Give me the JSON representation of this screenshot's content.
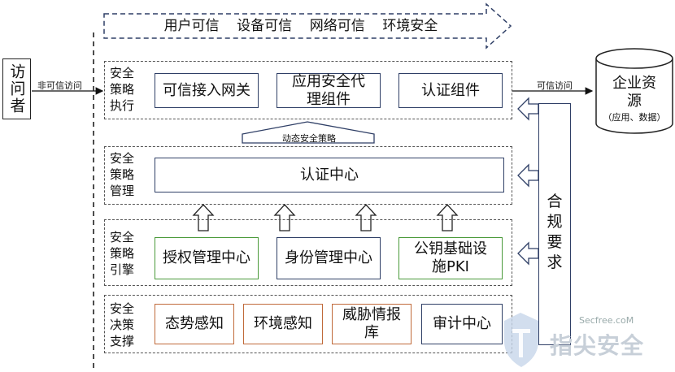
{
  "top_banner": "用户可信    设备可信    网络可信    环境安全",
  "visitor": "访问者",
  "untrusted_access": "非可信访问",
  "trusted_access": "可信访问",
  "enterprise": {
    "title": "企业资源",
    "subtitle": "（应用、数据）"
  },
  "compliance": "合规要求",
  "dynamic_policy": "动态安全策略",
  "layers": {
    "execution": {
      "label": "安全策略执行",
      "boxes": [
        "可信接入网关",
        "应用安全代理组件",
        "认证组件"
      ]
    },
    "management": {
      "label": "安全策略管理",
      "boxes": [
        "认证中心"
      ]
    },
    "engine": {
      "label": "安全策略引擎",
      "boxes": [
        "授权管理中心",
        "身份管理中心",
        "公钥基础设施PKI"
      ]
    },
    "decision": {
      "label": "安全决策支撑",
      "boxes": [
        "态势感知",
        "环境感知",
        "威胁情报库",
        "审计中心"
      ]
    }
  },
  "watermark": {
    "site": "Secfree.coM",
    "name": "指尖安全"
  },
  "colors": {
    "navy": "#2f3f66",
    "green": "#4a9a3a",
    "orange": "#c06a3a",
    "dash": "#555555"
  }
}
